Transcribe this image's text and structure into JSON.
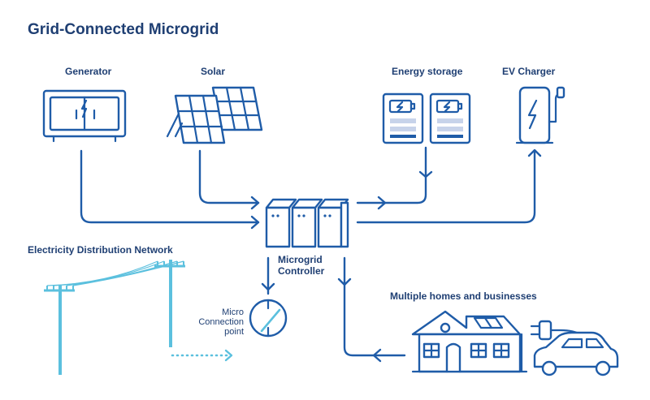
{
  "title": "Grid-Connected Microgrid",
  "labels": {
    "generator": "Generator",
    "solar": "Solar",
    "energy_storage": "Energy storage",
    "ev_charger": "EV Charger",
    "network": "Electricity Distribution Network",
    "controller_line1": "Microgrid",
    "controller_line2": "Controller",
    "homes": "Multiple homes and businesses",
    "connection_line1": "Micro",
    "connection_line2": "Connection",
    "connection_line3": "point"
  },
  "colors": {
    "primary": "#1f5ca8",
    "title": "#1f3f73",
    "accent": "#5bc0de",
    "light_fill": "#c7d3ea"
  }
}
